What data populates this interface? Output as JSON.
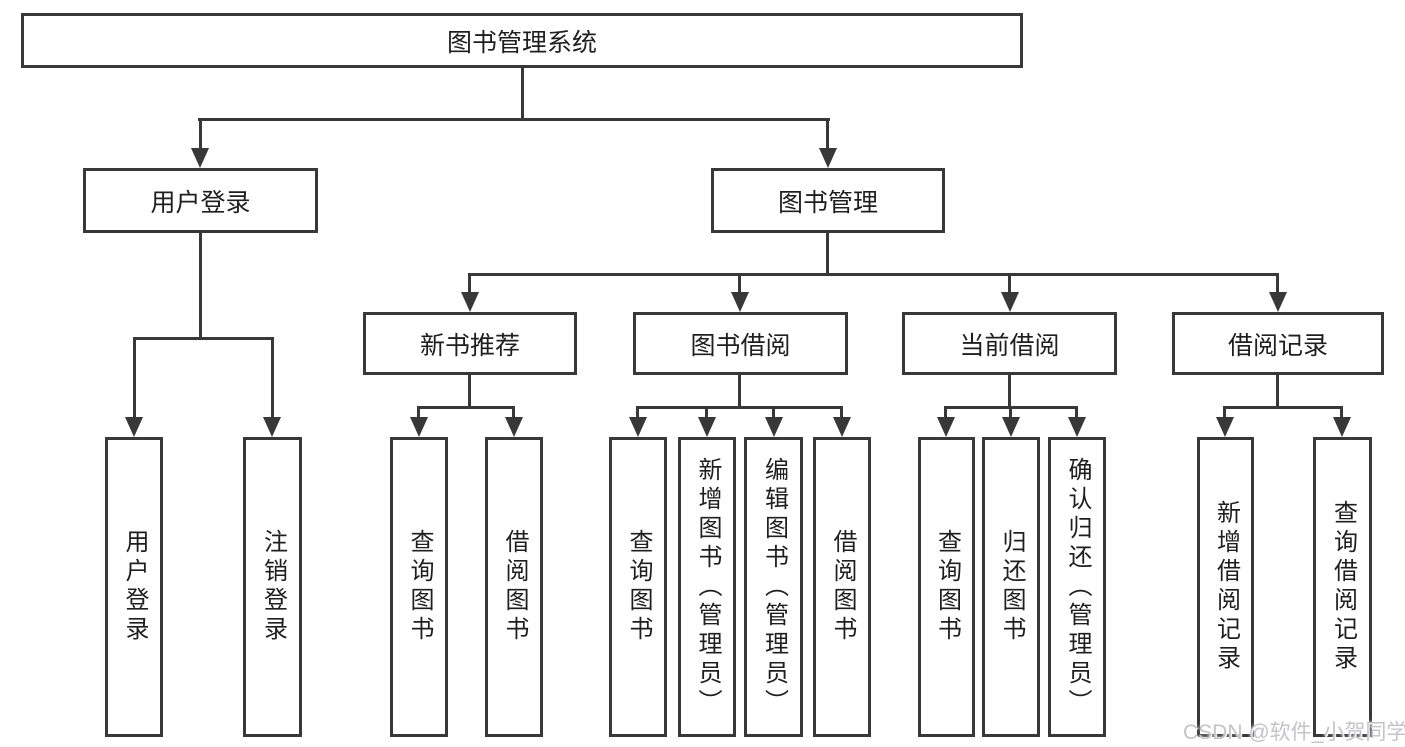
{
  "tree": {
    "label": "图书管理系统",
    "children": [
      {
        "label": "用户登录",
        "children": [
          {
            "label": "用户登录"
          },
          {
            "label": "注销登录"
          }
        ]
      },
      {
        "label": "图书管理",
        "children": [
          {
            "label": "新书推荐",
            "children": [
              {
                "label": "查询图书"
              },
              {
                "label": "借阅图书"
              }
            ]
          },
          {
            "label": "图书借阅",
            "children": [
              {
                "label": "查询图书"
              },
              {
                "label": "新增图书（管理员）"
              },
              {
                "label": "编辑图书（管理员）"
              },
              {
                "label": "借阅图书"
              }
            ]
          },
          {
            "label": "当前借阅",
            "children": [
              {
                "label": "查询图书"
              },
              {
                "label": "归还图书"
              },
              {
                "label": "确认归还（管理员）"
              }
            ]
          },
          {
            "label": "借阅记录",
            "children": [
              {
                "label": "新增借阅记录"
              },
              {
                "label": "查询借阅记录"
              }
            ]
          }
        ]
      }
    ]
  },
  "watermark": {
    "text": "CSDN @软件_小贺同学"
  },
  "colors": {
    "line": "#383838",
    "text": "#1f1f1f",
    "watermark": "#c4c4c8",
    "bg": "#ffffff"
  }
}
